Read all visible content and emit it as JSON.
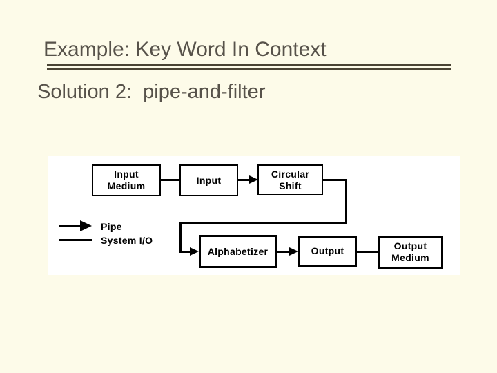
{
  "slide": {
    "title": "Example: Key Word In Context",
    "subtitle": "Solution 2:  pipe-and-filter",
    "colors": {
      "background": "#FDFBE9",
      "text": "#57524A",
      "rule": "#4A4435"
    }
  },
  "diagram": {
    "type": "pipe-and-filter-architecture",
    "colors": {
      "panel_background": "#FFFFFF",
      "line": "#000000"
    },
    "boxes": [
      {
        "id": "input-medium",
        "label": "Input\nMedium"
      },
      {
        "id": "input",
        "label": "Input"
      },
      {
        "id": "circular-shift",
        "label": "Circular\nShift"
      },
      {
        "id": "alphabetizer",
        "label": "Alphabetizer"
      },
      {
        "id": "output",
        "label": "Output"
      },
      {
        "id": "output-medium",
        "label": "Output\nMedium"
      }
    ],
    "connections": [
      {
        "from": "input-medium",
        "to": "input",
        "type": "system-io"
      },
      {
        "from": "input",
        "to": "circular-shift",
        "type": "pipe"
      },
      {
        "from": "circular-shift",
        "to": "alphabetizer",
        "type": "pipe"
      },
      {
        "from": "alphabetizer",
        "to": "output",
        "type": "pipe"
      },
      {
        "from": "output",
        "to": "output-medium",
        "type": "system-io"
      }
    ],
    "legend": [
      {
        "symbol": "arrow",
        "label": "Pipe"
      },
      {
        "symbol": "line",
        "label": "System I/O"
      }
    ]
  }
}
